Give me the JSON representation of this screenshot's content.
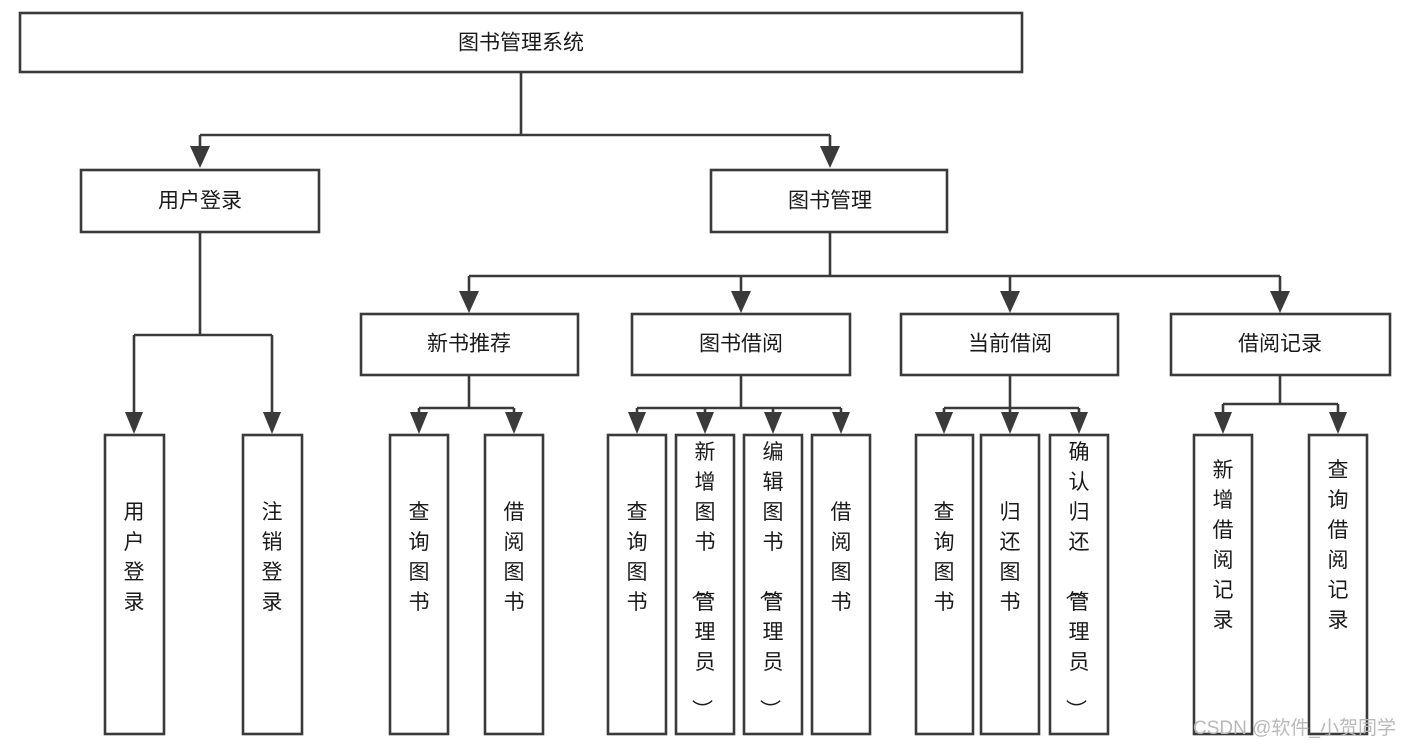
{
  "diagram": {
    "title": "图书管理系统",
    "type": "tree-hierarchy-chart",
    "orientation": "top-down",
    "colors": {
      "box_stroke": "#3a3a3a",
      "box_fill": "#ffffff",
      "connector": "#3a3a3a",
      "text": "#1a1a1a",
      "watermark": "#b9b9b9",
      "background": "#ffffff"
    }
  },
  "root": {
    "label": "图书管理系统"
  },
  "level2": [
    {
      "label": "用户登录"
    },
    {
      "label": "图书管理"
    }
  ],
  "level3": [
    {
      "label": "新书推荐"
    },
    {
      "label": "图书借阅"
    },
    {
      "label": "当前借阅"
    },
    {
      "label": "借阅记录"
    }
  ],
  "leaves": {
    "user_login": [
      {
        "label": "用户登录"
      },
      {
        "label": "注销登录"
      }
    ],
    "new_book_recommend": [
      {
        "label": "查询图书"
      },
      {
        "label": "借阅图书"
      }
    ],
    "book_borrow": [
      {
        "label": "查询图书"
      },
      {
        "label": "新增图书（管理员）"
      },
      {
        "label": "编辑图书（管理员）"
      },
      {
        "label": "借阅图书"
      }
    ],
    "current_borrow": [
      {
        "label": "查询图书"
      },
      {
        "label": "归还图书"
      },
      {
        "label": "确认归还（管理员）"
      }
    ],
    "borrow_record": [
      {
        "label": "新增借阅记录"
      },
      {
        "label": "查询借阅记录"
      }
    ]
  },
  "watermark": {
    "text": "CSDN @软件_小贺同学"
  }
}
